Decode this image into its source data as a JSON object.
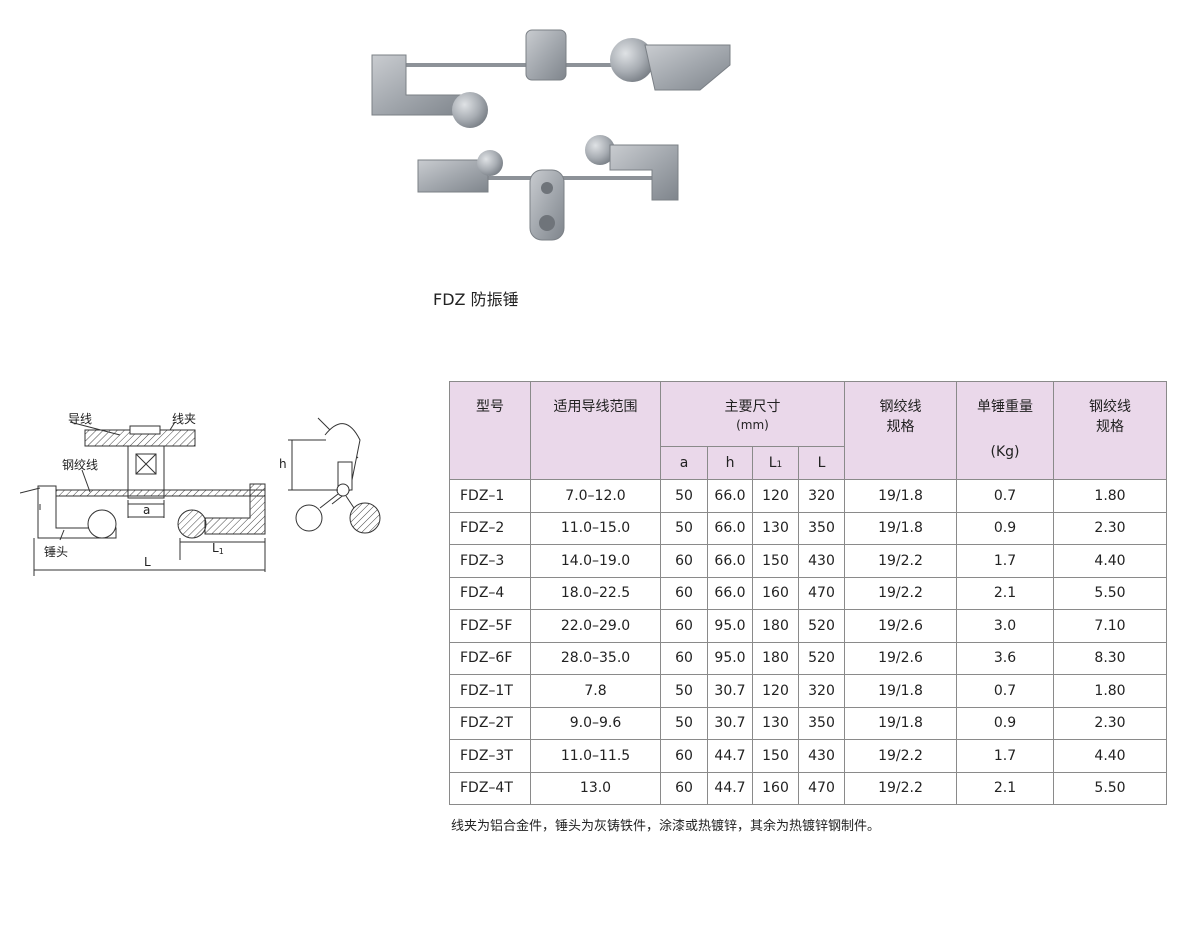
{
  "caption": "FDZ 防振锤",
  "drawing": {
    "wire_label": "导线",
    "clamp_label": "线夹",
    "strand_label": "钢绞线",
    "hammer_label": "锤头",
    "dim_a": "a",
    "dim_h": "h",
    "dim_L": "L",
    "dim_L1_main": "L",
    "dim_L1_sub": "1"
  },
  "table": {
    "headers": {
      "model": "型号",
      "range": "适用导线范围",
      "dims_title": "主要尺寸",
      "dims_unit": "(mm)",
      "strand_spec_1": "钢绞线",
      "strand_spec_2": "规格",
      "weight_title": "单锤重量",
      "weight_unit": "(Kg)",
      "last_1": "钢绞线",
      "last_2": "规格",
      "sub_a": "a",
      "sub_h": "h",
      "sub_L1_main": "L",
      "sub_L1_sub": "1",
      "sub_L": "L"
    },
    "rows": [
      {
        "model": "FDZ–1",
        "range": "7.0–12.0",
        "a": "50",
        "h": "66.0",
        "L1": "120",
        "L": "320",
        "spec": "19/1.8",
        "weight": "0.7",
        "last": "1.80"
      },
      {
        "model": "FDZ–2",
        "range": "11.0–15.0",
        "a": "50",
        "h": "66.0",
        "L1": "130",
        "L": "350",
        "spec": "19/1.8",
        "weight": "0.9",
        "last": "2.30"
      },
      {
        "model": "FDZ–3",
        "range": "14.0–19.0",
        "a": "60",
        "h": "66.0",
        "L1": "150",
        "L": "430",
        "spec": "19/2.2",
        "weight": "1.7",
        "last": "4.40"
      },
      {
        "model": "FDZ–4",
        "range": "18.0–22.5",
        "a": "60",
        "h": "66.0",
        "L1": "160",
        "L": "470",
        "spec": "19/2.2",
        "weight": "2.1",
        "last": "5.50"
      },
      {
        "model": "FDZ–5F",
        "range": "22.0–29.0",
        "a": "60",
        "h": "95.0",
        "L1": "180",
        "L": "520",
        "spec": "19/2.6",
        "weight": "3.0",
        "last": "7.10"
      },
      {
        "model": "FDZ–6F",
        "range": "28.0–35.0",
        "a": "60",
        "h": "95.0",
        "L1": "180",
        "L": "520",
        "spec": "19/2.6",
        "weight": "3.6",
        "last": "8.30"
      },
      {
        "model": "FDZ–1T",
        "range": "7.8",
        "a": "50",
        "h": "30.7",
        "L1": "120",
        "L": "320",
        "spec": "19/1.8",
        "weight": "0.7",
        "last": "1.80"
      },
      {
        "model": "FDZ–2T",
        "range": "9.0–9.6",
        "a": "50",
        "h": "30.7",
        "L1": "130",
        "L": "350",
        "spec": "19/1.8",
        "weight": "0.9",
        "last": "2.30"
      },
      {
        "model": "FDZ–3T",
        "range": "11.0–11.5",
        "a": "60",
        "h": "44.7",
        "L1": "150",
        "L": "430",
        "spec": "19/2.2",
        "weight": "1.7",
        "last": "4.40"
      },
      {
        "model": "FDZ–4T",
        "range": "13.0",
        "a": "60",
        "h": "44.7",
        "L1": "160",
        "L": "470",
        "spec": "19/2.2",
        "weight": "2.1",
        "last": "5.50"
      }
    ]
  },
  "footnote": "线夹为铝合金件，锤头为灰铸铁件，涂漆或热镀锌，其余为热镀锌钢制件。",
  "colors": {
    "header_bg": "#ead8ea",
    "grid": "#8a8a8a",
    "metal": "#a3a8ae"
  }
}
